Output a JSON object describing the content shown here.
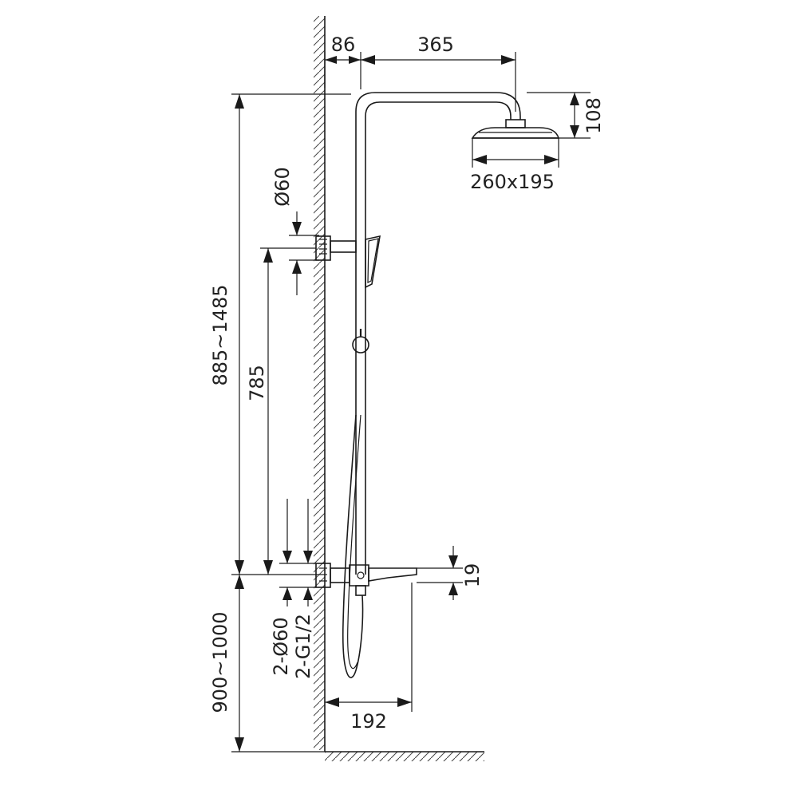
{
  "dimensions": {
    "wall_offset": "86",
    "arm_length": "365",
    "head_height": "108",
    "head_size": "260x195",
    "holder_diameter": "Ø60",
    "overall_height": "885~1485",
    "holder_height": "785",
    "outlet_height": "19",
    "connections_diameter": "2-Ø60",
    "connections_thread": "2-G1/2",
    "mixer_height": "900~1000",
    "spout_projection": "192"
  }
}
